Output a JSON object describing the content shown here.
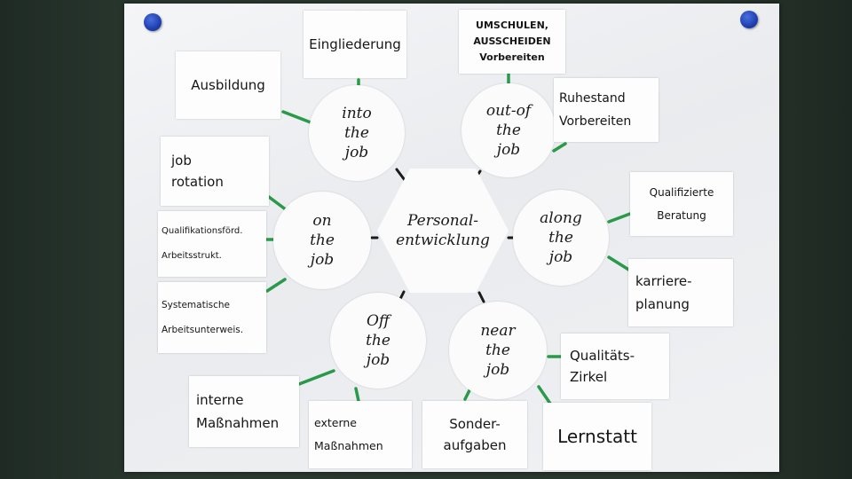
{
  "center": {
    "label": "Personal-\nentwicklung"
  },
  "hubs": {
    "into": "into\nthe\njob",
    "out": "out-of\nthe\njob",
    "on": "on\nthe\njob",
    "along": "along\nthe\njob",
    "off": "Off\nthe\njob",
    "near": "near\nthe\njob"
  },
  "cards": {
    "eingliederung": "Eingliederung",
    "ausbildung": "Ausbildung",
    "umschulen": "UMSCHULEN,\nAUSSCHEIDEN\nVorbereiten",
    "ruhestand": "Ruhestand\nVorbereiten",
    "jobrotation": "job\nrotation",
    "qualifikation": "Qualifikationsförd.\nArbeitsstrukt.",
    "systematische": "Systematische\nArbeitsunterweis.",
    "qualifizierte": "Qualifizierte\nBeratung",
    "karriere": "karriere-\nplanung",
    "interne": "interne\nMaßnahmen",
    "externe": "externe\nMaßnahmen",
    "sonder": "Sonder-\naufgaben",
    "lernstatt": "Lernstatt",
    "qualitaet": "Qualitäts-\nZirkel"
  },
  "colors": {
    "connector": "#2a9a4a",
    "hub_connector": "#1a1a1a",
    "pin": "#1f3fb0"
  }
}
